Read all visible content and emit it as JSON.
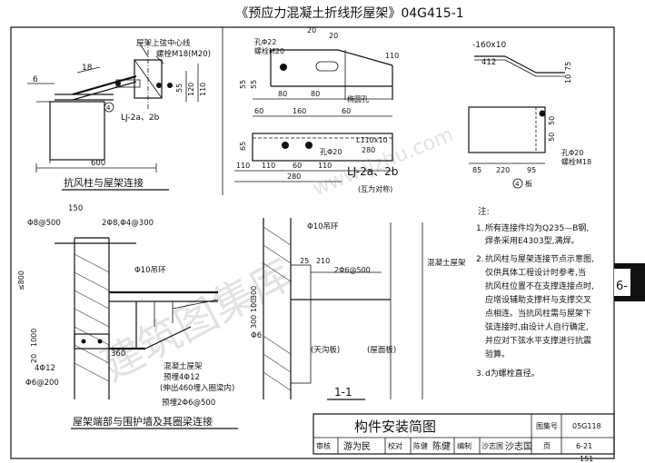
{
  "header": {
    "title": "《预应力混凝土折线形屋架》04G415-1"
  },
  "side_tab": {
    "label": "6-"
  },
  "watermark": {
    "text": "建筑图集库",
    "url": "www.ijzhu.com"
  },
  "page_number": "151",
  "detail_wind_column": {
    "title": "抗风柱与屋架连接",
    "labels": {
      "roof_center": "屋架上弦中心线",
      "bolt": "螺栓M18(M20)",
      "part": "LJ-2a、2b",
      "plate_id": "4",
      "slope_a": "18",
      "slope_b": "6"
    },
    "dims": {
      "d600": "600",
      "d55": "55",
      "d120": "120",
      "d110": "110"
    }
  },
  "detail_lj": {
    "labels": {
      "hole": "孔Φ22",
      "bolt": "螺栓M20",
      "oval_hole": "椭圆孔",
      "hole20": "孔Φ20",
      "angle": "L110x10",
      "part": "LJ-2a、2b",
      "mirror": "(互为对称)"
    },
    "dims": {
      "d20a": "20",
      "d20b": "20",
      "d110": "110",
      "d55a": "55",
      "d55b": "55",
      "d80a": "80",
      "d80b": "80",
      "d60a": "60",
      "d160": "160",
      "d60b": "60",
      "d65": "65",
      "d280a": "280",
      "d110a": "110",
      "d60c": "60",
      "d110b": "110",
      "d280b": "280",
      "d110c": "110"
    }
  },
  "detail_plate": {
    "labels": {
      "plate": "-160x10",
      "hole": "孔Φ20",
      "bolt": "螺栓M18",
      "id": "4",
      "suffix": "板"
    },
    "dims": {
      "d412": "412",
      "d75": "75",
      "d10": "10",
      "d50a": "50",
      "d50b": "50",
      "d85": "85",
      "d220": "220",
      "d95": "95"
    }
  },
  "detail_end": {
    "title": "屋架端部与围护墙及其圈梁连接",
    "labels": {
      "rebar_top": "Φ8@500",
      "d150": "150",
      "rebar_mid": "2Φ8,Φ4@300",
      "ring": "Φ10吊环",
      "d800": "≤800",
      "d360": "360",
      "d4012": "4Φ12",
      "d6200": "Φ6@200",
      "concrete": "混凝土屋架",
      "embed": "预埋4Φ12",
      "embed_note": "(伸出460埋入圈梁内)",
      "embed2": "预埋2Φ6@500",
      "d1000": "1000",
      "d20": "20"
    }
  },
  "section_11": {
    "title": "1-1",
    "labels": {
      "ring": "Φ10吊环",
      "concrete": "混凝土屋架",
      "rebar": "2Φ6@500",
      "phi6": "Φ6",
      "gutter": "(天沟板)",
      "ring_beam": "(屋面板)",
      "t25": "25",
      "t210": "210",
      "d300": "300",
      "d100": "100",
      "d300b": "300"
    }
  },
  "notes": {
    "heading": "注:",
    "items": [
      {
        "num": "1.",
        "lines": [
          "所有连接件均为Q235—B钢,",
          "焊条采用E4303型,满焊。"
        ]
      },
      {
        "num": "2.",
        "lines": [
          "抗风柱与屋架连接节点示意图,",
          "仅供具体工程设计时参考,当",
          "抗风柱位置不在支撑连接点时,",
          "应增设辅助支撑杆与支撑交叉",
          "点相连。当抗风柱需与屋架下",
          "弦连接时,由设计人自行确定,",
          "并应对下弦水平支撑进行抗震",
          "验算。"
        ]
      },
      {
        "num": "3.",
        "lines": [
          "d为螺栓直径。"
        ]
      }
    ]
  },
  "title_block": {
    "title": "构件安装简图",
    "atlas_label": "图集号",
    "atlas_value": "05G118",
    "review_label": "审核",
    "review_name": "游为民",
    "check_label": "校对",
    "check_name": "陈健",
    "check_sign": "陈健",
    "design_label": "编制",
    "design_name": "沙志国",
    "design_sign": "沙志国",
    "page_label": "页",
    "page_value": "6-21"
  }
}
